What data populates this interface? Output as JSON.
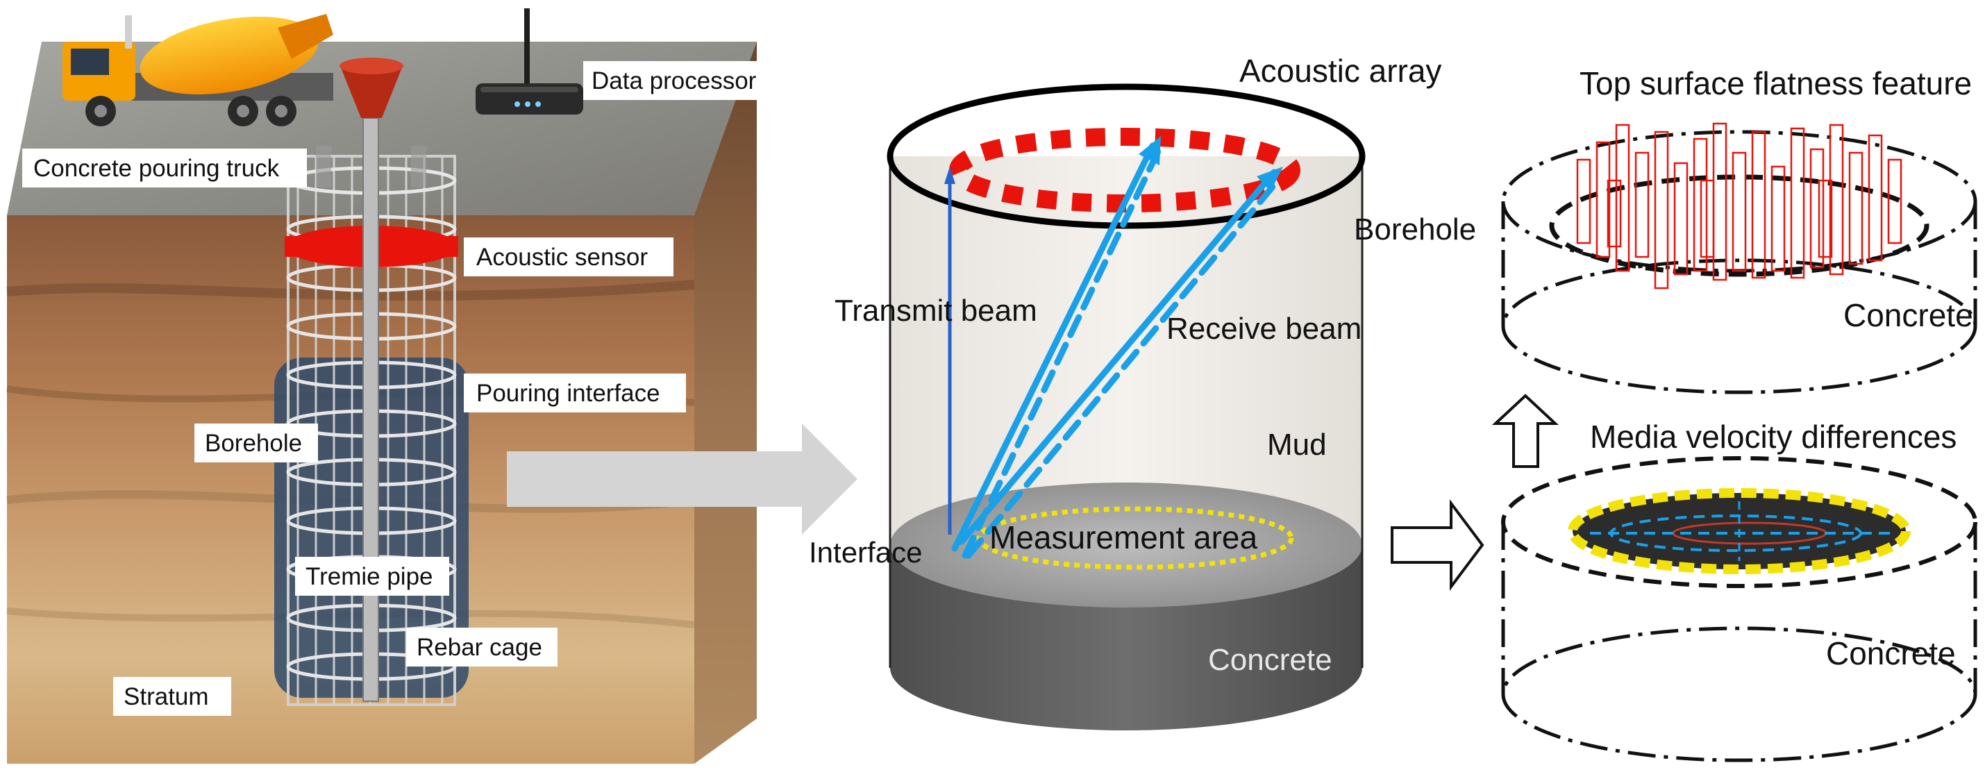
{
  "panel_left": {
    "labels": {
      "data_processor": "Data processor",
      "pouring_truck": "Concrete pouring truck",
      "acoustic_sensor": "Acoustic sensor",
      "pouring_interface": "Pouring interface",
      "borehole": "Borehole",
      "tremie_pipe": "Tremie pipe",
      "rebar_cage": "Rebar cage",
      "stratum": "Stratum"
    }
  },
  "panel_middle": {
    "labels": {
      "acoustic_array": "Acoustic array",
      "borehole": "Borehole",
      "transmit_beam": "Transmit beam",
      "receive_beam": "Receive beam",
      "mud": "Mud",
      "interface": "Interface",
      "measurement_area": "Measurement area",
      "concrete": "Concrete"
    }
  },
  "panel_right": {
    "top_label": "Top surface flatness feature",
    "top_concrete": "Concrete",
    "bottom_label": "Media velocity differences",
    "bottom_concrete": "Concrete"
  },
  "colors": {
    "sensor_red": "#e8140c",
    "beam_blue": "#1aa0e8",
    "transmit_blue": "#2a63c8",
    "measure_yellow": "#f2e20a",
    "arrow_gray": "#d4d4d4"
  }
}
